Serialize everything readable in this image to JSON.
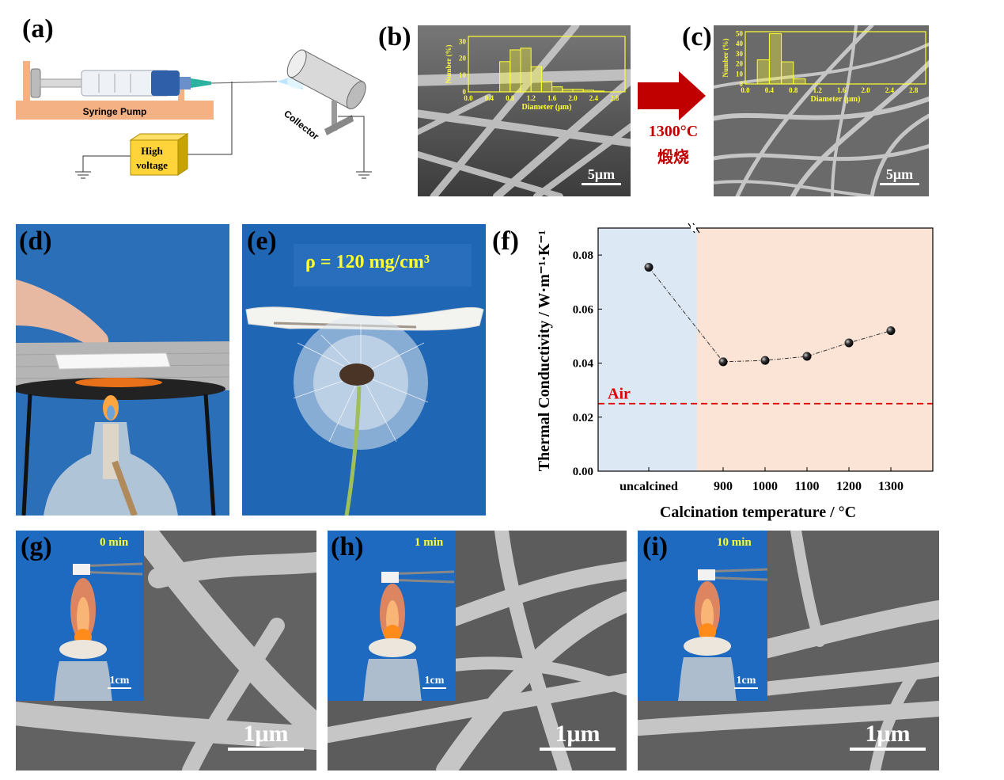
{
  "panels": {
    "a": {
      "label": "(a)",
      "pump_label": "Syringe Pump",
      "hv_label_1": "High",
      "hv_label_2": "voltage",
      "collector_label": "Collector"
    },
    "b": {
      "label": "(b)",
      "scale": "5μm",
      "hist": {
        "ylabel": "Number (%)",
        "xlabel": "Diameter (μm)",
        "yticks": [
          "0",
          "10",
          "20",
          "30"
        ],
        "xticks": [
          "0.0",
          "0.4",
          "0.8",
          "1.2",
          "1.6",
          "2.0",
          "2.4",
          "2.8"
        ],
        "bin_width": 0.2,
        "bins_start": [
          0.6,
          0.8,
          1.0,
          1.2,
          1.4,
          1.6,
          1.8,
          2.0,
          2.2,
          2.4
        ],
        "values": [
          18,
          25,
          26,
          15,
          6,
          3,
          1.5,
          1.5,
          1,
          0.5
        ],
        "xlim": [
          0,
          3.0
        ],
        "ylim": [
          0,
          33
        ]
      }
    },
    "arrow": {
      "line1": "1300°C",
      "line2": "煅烧",
      "color": "#c00000"
    },
    "c": {
      "label": "(c)",
      "scale": "5μm",
      "hist": {
        "ylabel": "Number (%)",
        "xlabel": "Diameter (μm)",
        "yticks": [
          "0",
          "10",
          "20",
          "30",
          "40",
          "50"
        ],
        "xticks": [
          "0.0",
          "0.4",
          "0.8",
          "1.2",
          "1.6",
          "2.0",
          "2.4",
          "2.8"
        ],
        "bin_width": 0.2,
        "bins_start": [
          0.2,
          0.4,
          0.6,
          0.8
        ],
        "values": [
          24,
          50,
          22,
          5
        ],
        "xlim": [
          0,
          3.0
        ],
        "ylim": [
          0,
          52
        ]
      }
    },
    "d": {
      "label": "(d)"
    },
    "e": {
      "label": "(e)",
      "density": "ρ = 120 mg/cm³"
    },
    "f": {
      "label": "(f)"
    },
    "g": {
      "label": "(g)",
      "time": "0 min",
      "inset_scale": "1cm",
      "scale": "1μm"
    },
    "h": {
      "label": "(h)",
      "time": "1 min",
      "inset_scale": "1cm",
      "scale": "1μm"
    },
    "i": {
      "label": "(i)",
      "time": "10 min",
      "inset_scale": "1cm",
      "scale": "1μm"
    }
  },
  "chart_data": {
    "type": "scatter",
    "categories": [
      "uncalcined",
      "900",
      "1000",
      "1100",
      "1200",
      "1300"
    ],
    "values": [
      0.0755,
      0.0405,
      0.041,
      0.0425,
      0.0475,
      0.052
    ],
    "xlabel": "Calcination temperature / °C",
    "ylabel": "Thermal Conductivity / W·m⁻¹·K⁻¹",
    "ylim": [
      0,
      0.09
    ],
    "yticks": [
      "0.00",
      "0.02",
      "0.04",
      "0.06",
      "0.08"
    ],
    "reference_line": {
      "label": "Air",
      "value": 0.025,
      "color": "#e00000"
    },
    "region_colors": {
      "uncalcined": "#dde8f5",
      "calcined": "#fbe3d5"
    }
  }
}
